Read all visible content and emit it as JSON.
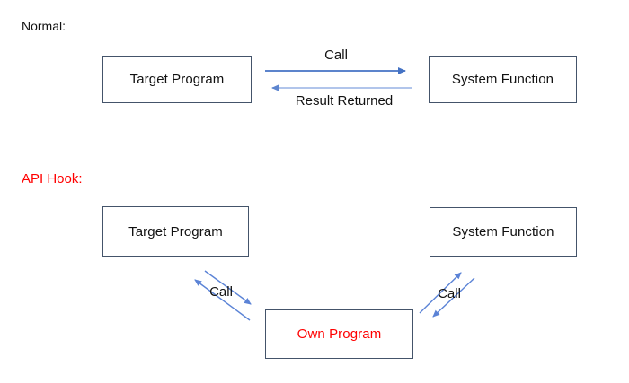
{
  "diagram": {
    "normal": {
      "label": "Normal:",
      "target_box": "Target Program",
      "system_box": "System Function",
      "call_label": "Call",
      "result_label": "Result Returned"
    },
    "api_hook": {
      "label": "API Hook:",
      "target_box": "Target Program",
      "system_box": "System Function",
      "own_box": "Own Program",
      "left_call_label": "Call",
      "right_call_label": "Call"
    },
    "colors": {
      "box_border": "#44546A",
      "arrow_blue": "#4472C4",
      "arrow_light_blue": "#A6BDE8",
      "arrow_light_head": "#5D85CF",
      "arrow_diagonal_blue": "#5B83D6",
      "accent_red": "#FF0000",
      "text": "#111111",
      "background": "#FFFFFF"
    }
  }
}
